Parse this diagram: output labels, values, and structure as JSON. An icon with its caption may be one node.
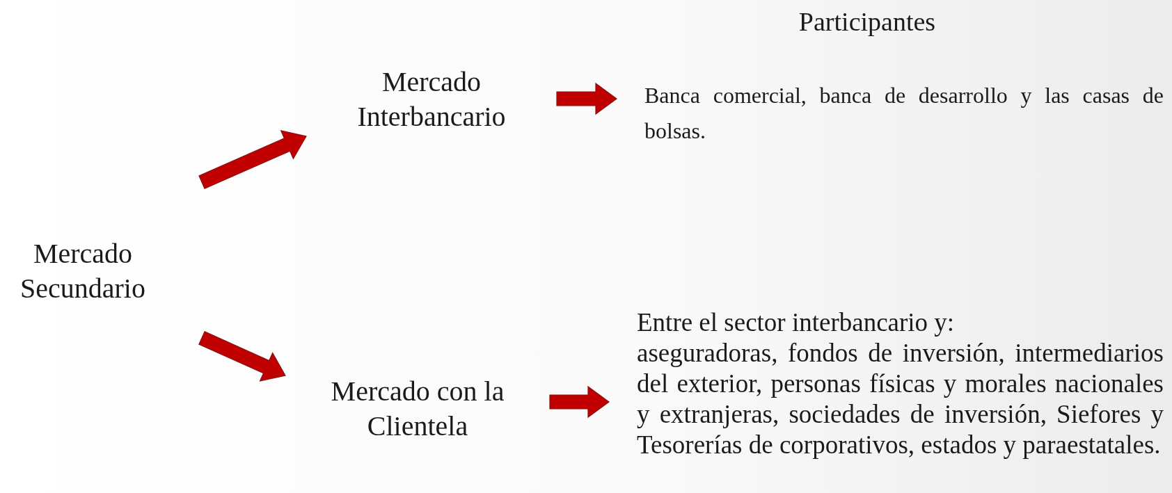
{
  "diagram": {
    "nodes": [
      {
        "text": [
          "Mercado Secundario"
        ]
      },
      {
        "text": [
          "Mercado Interbancario"
        ]
      },
      {
        "text": [
          "Banca comercial, banca de desarrollo y las casas de bolsas."
        ]
      },
      {
        "text": [
          "Mercado con la Clientela"
        ]
      },
      {
        "text": [
          "Entre el sector interbancario y:",
          "aseguradoras, fondos de inversión, intermediarios del exterior, personas físicas y morales nacionales y extranjeras, sociedades de inversión, Siefores y Tesorerías de corporativos, estados y paraestatales."
        ]
      }
    ],
    "edges": [
      {
        "from": 0,
        "to": 1,
        "arrow": "to"
      },
      {
        "from": 1,
        "to": 2,
        "arrow": "to"
      },
      {
        "from": 0,
        "to": 3,
        "arrow": "to"
      },
      {
        "from": 3,
        "to": 4,
        "arrow": "to"
      }
    ],
    "labels": [
      "Participantes"
    ]
  }
}
